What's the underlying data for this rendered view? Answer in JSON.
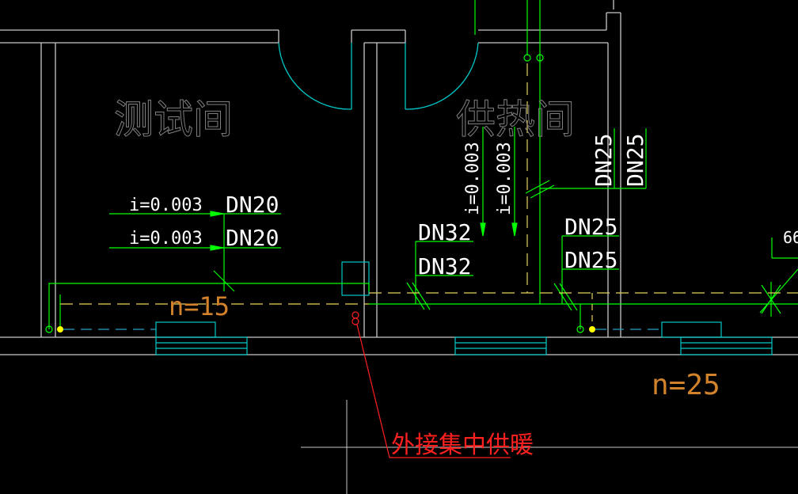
{
  "colors": {
    "wall": "#c8c8c8",
    "pipe": "#00ff00",
    "door": "#00c8c8",
    "radiator": "#00c8c8",
    "dashed": "#e6d25a",
    "return_dash": "#2ea0c8",
    "annotation": "#ff2020",
    "count": "#d2822a",
    "room_text": "#808080",
    "node": "#ffff00",
    "background": "#000000"
  },
  "rooms": {
    "test_room": "测试间",
    "heating_room": "供热间"
  },
  "pipe_labels": {
    "slope_left_1": "i=0.003",
    "slope_left_2": "i=0.003",
    "dn_left_1": "DN20",
    "dn_left_2": "DN20",
    "dn_mid_1": "DN32",
    "dn_mid_2": "DN32",
    "slope_vert_1": "i=0.003",
    "slope_vert_2": "i=0.003",
    "dn_vert_1": "DN25",
    "dn_vert_2": "DN25",
    "dn_right_1": "DN25",
    "dn_right_2": "DN25",
    "edge_partial": "66"
  },
  "counts": {
    "left": "n=15",
    "right": "n=25"
  },
  "annotation": {
    "external_supply": "外接集中供暖"
  }
}
